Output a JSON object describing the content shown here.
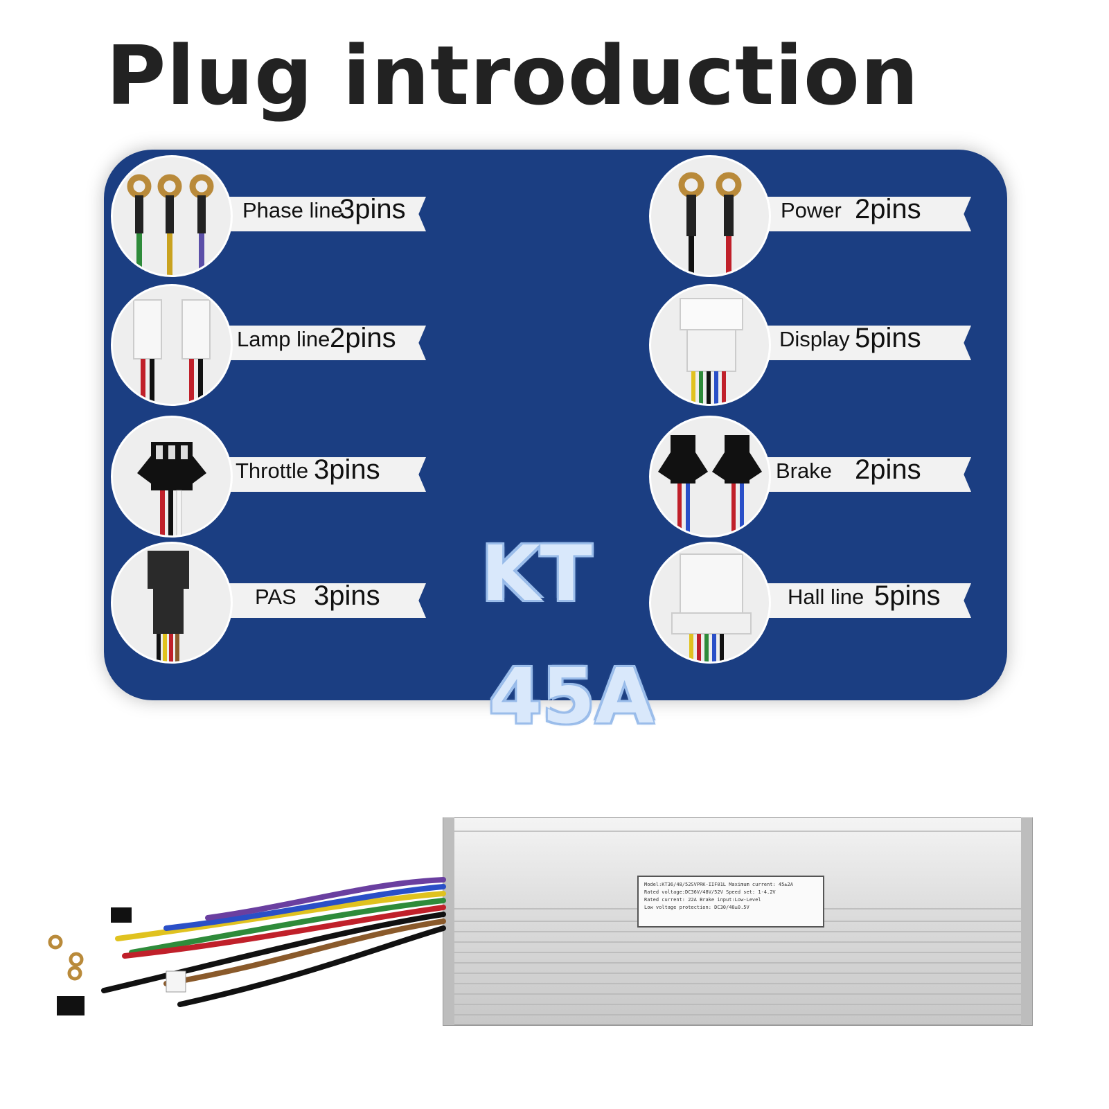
{
  "title": "Plug introduction",
  "left_items": [
    {
      "label": "Phase line",
      "pins": "3pins",
      "icon": "phase-ring-terminals-icon"
    },
    {
      "label": "Lamp line",
      "pins": "2pins",
      "icon": "lamp-connector-icon"
    },
    {
      "label": "Throttle",
      "pins": "3pins",
      "icon": "throttle-connector-icon"
    },
    {
      "label": "PAS",
      "pins": "3pins",
      "icon": "pas-connector-icon"
    }
  ],
  "right_items": [
    {
      "label": "Power",
      "pins": "2pins",
      "icon": "power-ring-terminals-icon"
    },
    {
      "label": "Display",
      "pins": "5pins",
      "icon": "display-connector-icon"
    },
    {
      "label": "Brake",
      "pins": "2pins",
      "icon": "brake-connector-icon"
    },
    {
      "label": "Hall line",
      "pins": "5pins",
      "icon": "hall-connector-icon"
    }
  ],
  "brand": "KT",
  "rating": "45A",
  "controller_label": {
    "line1": "Model:KT36/48/52SVPRK-IIF01L  Maximum current: 45±2A",
    "line2": "Rated voltage:DC36V/48V/52V  Speed set: 1-4.2V",
    "line3": "Rated current:    22A        Brake input:Low-Level",
    "line4": "Low voltage protection:    DC30/40±0.5V"
  },
  "colors": {
    "panel": "#1b3e82",
    "badge_fill": "#d9e8fb",
    "badge_outline": "#9fc0ec"
  }
}
